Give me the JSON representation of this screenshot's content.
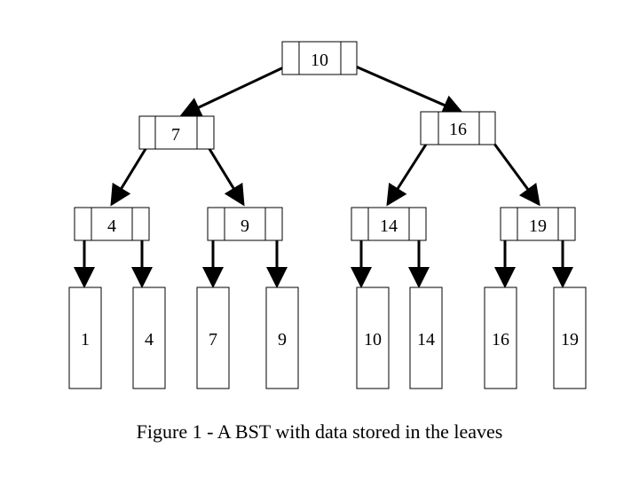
{
  "caption": "Figure 1 - A BST with data stored in the leaves",
  "colors": {
    "stroke": "#000000",
    "background": "#ffffff"
  },
  "root": {
    "key": "10"
  },
  "level1": [
    {
      "key": "7"
    },
    {
      "key": "16"
    }
  ],
  "level2": [
    {
      "key": "4"
    },
    {
      "key": "9"
    },
    {
      "key": "14"
    },
    {
      "key": "19"
    }
  ],
  "leaves": [
    {
      "value": "1"
    },
    {
      "value": "4"
    },
    {
      "value": "7"
    },
    {
      "value": "9"
    },
    {
      "value": "10"
    },
    {
      "value": "14"
    },
    {
      "value": "16"
    },
    {
      "value": "19"
    }
  ]
}
